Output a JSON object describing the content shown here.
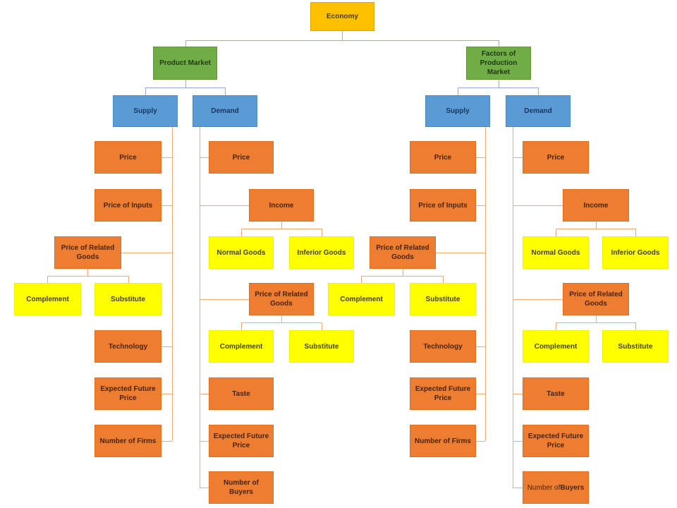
{
  "palette": {
    "gold": "#FFC000",
    "green": "#70AD47",
    "blue": "#5B9BD5",
    "orange": "#ED7D31",
    "yellow": "#FFFF00",
    "connector_top": "#9DB793",
    "connector_market": "#92AFD7",
    "connector_factor": "#EDAA72"
  },
  "root": {
    "label": "Economy"
  },
  "product_market": {
    "label": "Product Market",
    "supply": {
      "label": "Supply",
      "price": "Price",
      "price_of_inputs": "Price of Inputs",
      "price_of_related_goods": "Price of Related Goods",
      "complement": "Complement",
      "substitute": "Substitute",
      "technology": "Technology",
      "expected_future_price": "Expected Future Price",
      "number_of_firms": "Number of Firms"
    },
    "demand": {
      "label": "Demand",
      "price": "Price",
      "income": "Income",
      "normal_goods": "Normal Goods",
      "inferior_goods": "Inferior Goods",
      "price_of_related_goods": "Price of Related Goods",
      "complement": "Complement",
      "substitute": "Substitute",
      "taste": "Taste",
      "expected_future_price": "Expected Future Price",
      "number_of_buyers": "Number of Buyers"
    }
  },
  "factors_market": {
    "label": "Factors of Production Market",
    "supply": {
      "label": "Supply",
      "price": "Price",
      "price_of_inputs": "Price of Inputs",
      "price_of_related_goods": "Price of Related Goods",
      "complement": "Complement",
      "substitute": "Substitute",
      "technology": "Technology",
      "expected_future_price": "Expected Future Price",
      "number_of_firms": "Number of Firms"
    },
    "demand": {
      "label": "Demand",
      "price": "Price",
      "income": "Income",
      "normal_goods": "Normal Goods",
      "inferior_goods": "Inferior Goods",
      "price_of_related_goods": "Price of Related Goods",
      "complement": "Complement",
      "substitute": "Substitute",
      "taste": "Taste",
      "expected_future_price": "Expected Future Price",
      "number_of_buyers_prefix": "Number of ",
      "number_of_buyers_bold": "Buyers"
    }
  }
}
